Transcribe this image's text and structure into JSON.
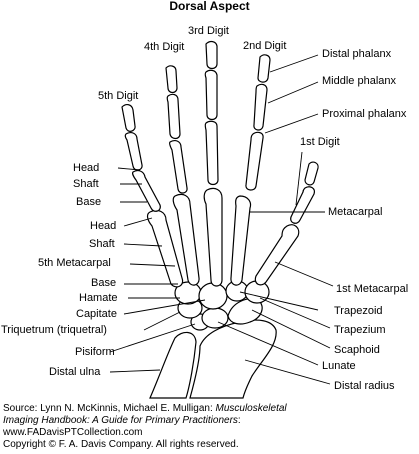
{
  "title": "Dorsal Aspect",
  "digit_labels": {
    "third": "3rd Digit",
    "fourth": "4th Digit",
    "second": "2nd Digit",
    "fifth": "5th Digit",
    "first": "1st Digit"
  },
  "right_labels": {
    "distal_phalanx": "Distal phalanx",
    "middle_phalanx": "Middle phalanx",
    "proximal_phalanx": "Proximal phalanx",
    "metacarpal": "Metacarpal",
    "first_metacarpal": "1st Metacarpal",
    "trapezoid": "Trapezoid",
    "trapezium": "Trapezium",
    "scaphoid": "Scaphoid",
    "lunate": "Lunate",
    "distal_radius": "Distal radius"
  },
  "left_labels": {
    "head_upper": "Head",
    "shaft_upper": "Shaft",
    "base_upper": "Base",
    "head_lower": "Head",
    "shaft_lower": "Shaft",
    "fifth_metacarpal": "5th Metacarpal",
    "base_lower": "Base",
    "hamate": "Hamate",
    "capitate": "Capitate",
    "triquetrum": "Triquetrum (triquetral)",
    "pisiform": "Pisiform",
    "distal_ulna": "Distal ulna"
  },
  "source": {
    "prefix": "Source: Lynn N. McKinnis, Michael E. Mulligan: ",
    "book_title_1": "Musculoskeletal",
    "book_title_2": "Imaging Handbook: A Guide for Primary Practitioners",
    "line2_suffix": ":",
    "website": "www.FADavisPTCollection.com",
    "copyright": "Copyright © F. A. Davis Company. All rights reserved."
  }
}
